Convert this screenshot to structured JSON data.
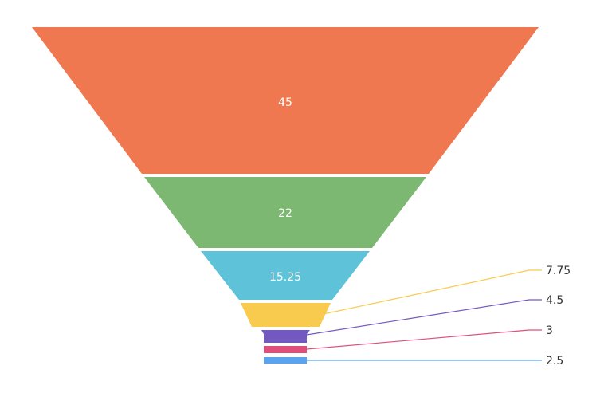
{
  "chart_data": {
    "type": "funnel",
    "title": "",
    "values": [
      45,
      22,
      15.25,
      7.75,
      4.5,
      3,
      2.5
    ],
    "labels": [
      "45",
      "22",
      "15.25",
      "7.75",
      "4.5",
      "3",
      "2.5"
    ],
    "colors": [
      "#EF7850",
      "#7CB872",
      "#5EC3D8",
      "#F8CB4E",
      "#7358BF",
      "#DF4F7A",
      "#5AA4EF"
    ],
    "label_position": [
      "inside",
      "inside",
      "inside",
      "outside",
      "outside",
      "outside",
      "outside"
    ],
    "legend": "none",
    "grid": false
  }
}
